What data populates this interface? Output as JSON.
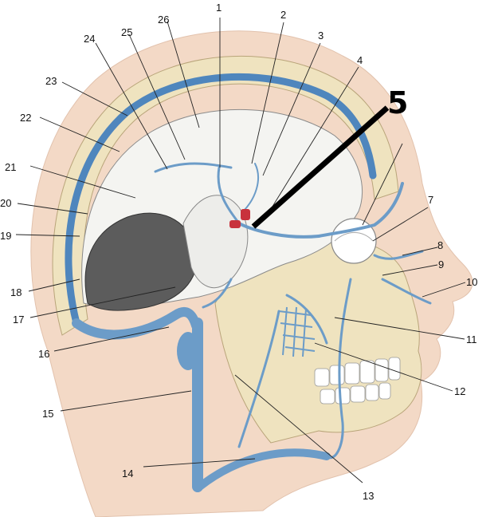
{
  "labels": [
    "1",
    "2",
    "3",
    "4",
    "5",
    "7",
    "8",
    "9",
    "10",
    "11",
    "12",
    "13",
    "14",
    "15",
    "16",
    "17",
    "18",
    "19",
    "20",
    "21",
    "22",
    "23",
    "24",
    "25",
    "26"
  ],
  "colors": {
    "skin": "#f3d9c6",
    "bone": "#efe3bf",
    "vein": "#6c9cc8",
    "brain": "#f4f4f1",
    "pointer": "#000000"
  }
}
